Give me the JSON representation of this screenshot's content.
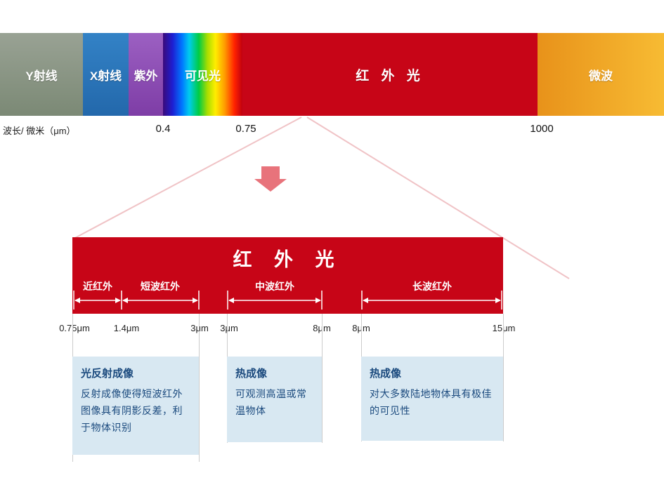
{
  "colors": {
    "gamma": "#89957d",
    "xray": "#2b7ac0",
    "uv": "#8d50b4",
    "infrared": "#c70517",
    "microwave": "#f0a524",
    "zoom_line": "#f0c3c6",
    "down_arrow": "#e8737b",
    "card_bg": "#d8e8f2",
    "card_text": "#1b4a7e",
    "guide_line": "#cccccc"
  },
  "spectrum": {
    "axis_label": "波长/ 微米（μm）",
    "segments": [
      {
        "label": "Y射线"
      },
      {
        "label": "X射线"
      },
      {
        "label": "紫外"
      },
      {
        "label": "可见光"
      },
      {
        "label": "红 外 光"
      },
      {
        "label": "微波"
      }
    ],
    "ticks": [
      {
        "value": "0.4"
      },
      {
        "value": "0.75"
      },
      {
        "value": "1000"
      }
    ]
  },
  "detail": {
    "title": "红 外 光",
    "bands": [
      {
        "label": "近红外",
        "range": "0.75μm–1.4μm"
      },
      {
        "label": "短波红外",
        "range": "1.4μm–3μm"
      },
      {
        "label": "中波红外",
        "range": "3μm–8μm"
      },
      {
        "label": "长波红外",
        "range": "8μm–15μm"
      }
    ],
    "scale_labels": [
      {
        "value": "0.75μm"
      },
      {
        "value": "1.4μm"
      },
      {
        "value": "3μm"
      },
      {
        "value": "3μm"
      },
      {
        "value": "8μm"
      },
      {
        "value": "8μm"
      },
      {
        "value": "15μm"
      }
    ],
    "cards": [
      {
        "title": "光反射成像",
        "body": "反射成像使得短波红外\n图像具有阴影反差，利\n于物体识别"
      },
      {
        "title": "热成像",
        "body": "可观测高温或常\n温物体"
      },
      {
        "title": "热成像",
        "body": "对大多数陆地物体具有极佳\n的可见性"
      }
    ]
  }
}
